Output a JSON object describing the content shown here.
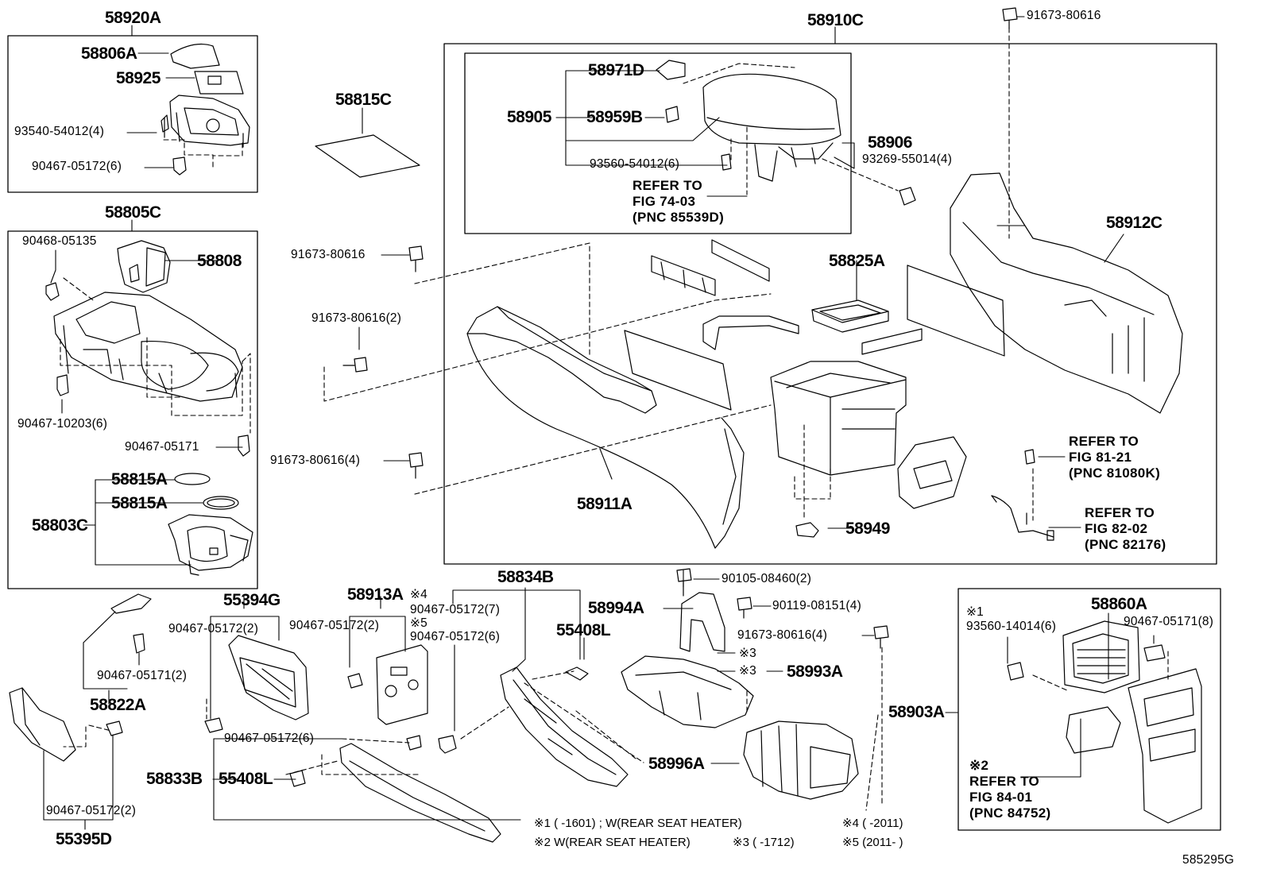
{
  "diagram_code": "585295G",
  "labels": {
    "p58920A": "58920A",
    "p58806A": "58806A",
    "p58925": "58925",
    "p93540": "93540-54012(4)",
    "p90467_05172_6a": "90467-05172(6)",
    "p58805C": "58805C",
    "p90468": "90468-05135",
    "p58808": "58808",
    "p90467_10203": "90467-10203(6)",
    "p90467_05171a": "90467-05171",
    "p58815A_1": "58815A",
    "p58815A_2": "58815A",
    "p58803C": "58803C",
    "p58815C": "58815C",
    "p91673_a": "91673-80616",
    "p91673_2": "91673-80616(2)",
    "p91673_4a": "91673-80616(4)",
    "p58910C": "58910C",
    "p58971D": "58971D",
    "p58905": "58905",
    "p58959B": "58959B",
    "p93560": "93560-54012(6)",
    "p58906": "58906",
    "p93269": "93269-55014(4)",
    "p91673_top": "91673-80616",
    "p58912C": "58912C",
    "p58825A": "58825A",
    "p58911A": "58911A",
    "p58949": "58949",
    "p55394G": "55394G",
    "p90467_05172_2a": "90467-05172(2)",
    "p58913A": "58913A",
    "p90467_05172_2b": "90467-05172(2)",
    "p_s4": "※4",
    "p90467_05172_7": "90467-05172(7)",
    "p_s5": "※5",
    "p90467_05172_6b": "90467-05172(6)",
    "p58834B": "58834B",
    "p55408L_a": "55408L",
    "p90467_05171_2": "90467-05171(2)",
    "p58822A": "58822A",
    "p55395D": "55395D",
    "p90467_05172_2c": "90467-05172(2)",
    "p90467_05172_6c": "90467-05172(6)",
    "p58833B": "58833B",
    "p55408L_b": "55408L",
    "p90105": "90105-08460(2)",
    "p58994A": "58994A",
    "p90119": "90119-08151(4)",
    "p91673_4b": "91673-80616(4)",
    "p_s3a": "※3",
    "p_s3b": "※3",
    "p58993A": "58993A",
    "p58903A": "58903A",
    "p58996A": "58996A",
    "p58860A": "58860A",
    "p_s1": "※1",
    "p93560_14014": "93560-14014(6)",
    "p90467_05171_8": "90467-05171(8)"
  },
  "refs": {
    "fig74_l1": "REFER TO",
    "fig74_l2": "FIG 74-03",
    "fig74_l3": "(PNC 85539D)",
    "fig81_l1": "REFER TO",
    "fig81_l2": "FIG 81-21",
    "fig81_l3": "(PNC 81080K)",
    "fig82_l1": "REFER TO",
    "fig82_l2": "FIG 82-02",
    "fig82_l3": "(PNC 82176)",
    "fig84_l0": "※2",
    "fig84_l1": "REFER TO",
    "fig84_l2": "FIG 84-01",
    "fig84_l3": "(PNC 84752)"
  },
  "footnotes": {
    "n1": "※1 (        -1601) ; W(REAR SEAT HEATER)",
    "n4": "※4 (        -2011)",
    "n2": "※2  W(REAR SEAT HEATER)",
    "n3": "※3 (        -1712)",
    "n5": "※5 (2011-        )"
  }
}
